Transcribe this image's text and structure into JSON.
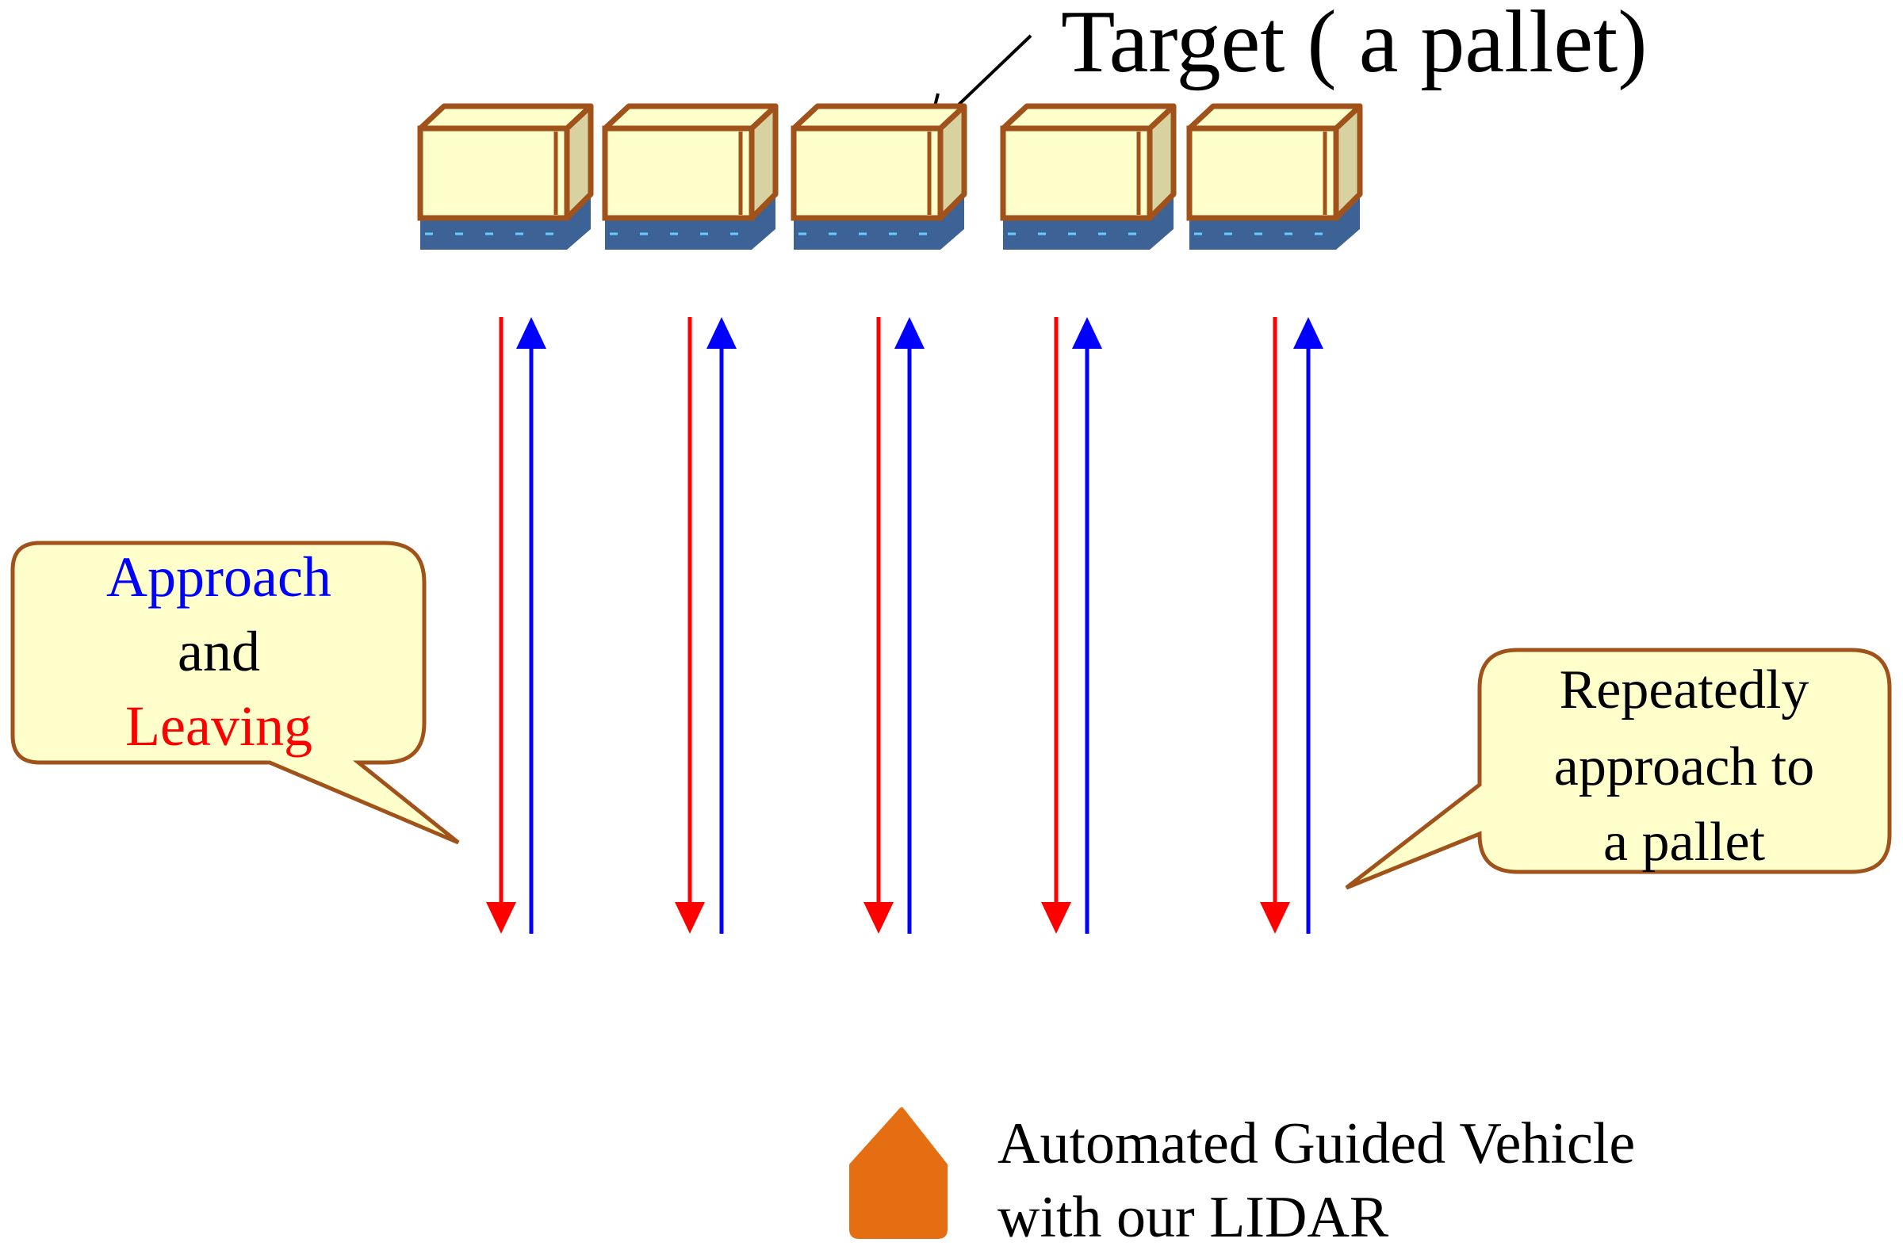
{
  "target_label": "Target ( a pallet)",
  "pallet_count": 5,
  "callout_left": {
    "approach": "Approach",
    "and": "and",
    "leaving": "Leaving"
  },
  "callout_right": {
    "line1": "Repeatedly",
    "line2": "approach to",
    "line3": "a pallet"
  },
  "legend": {
    "line1": "Automated Guided Vehicle",
    "line2": "with our LIDAR"
  },
  "colors": {
    "approach": "#0000ff",
    "leaving": "#ff0000",
    "callout_fill": "#ffffcc",
    "callout_stroke": "#a0521a",
    "pallet_box_fill": "#ffffcc",
    "pallet_frame": "#a0521a",
    "pallet_base": "#3d6396",
    "pallet_base_dash": "#66ccff",
    "agv": "#e56e12",
    "text": "#000000"
  },
  "icons": {
    "pallet": "pallet-box-icon",
    "agv": "agv-pentagon-icon",
    "pointer": "arrow-pointer-icon"
  }
}
